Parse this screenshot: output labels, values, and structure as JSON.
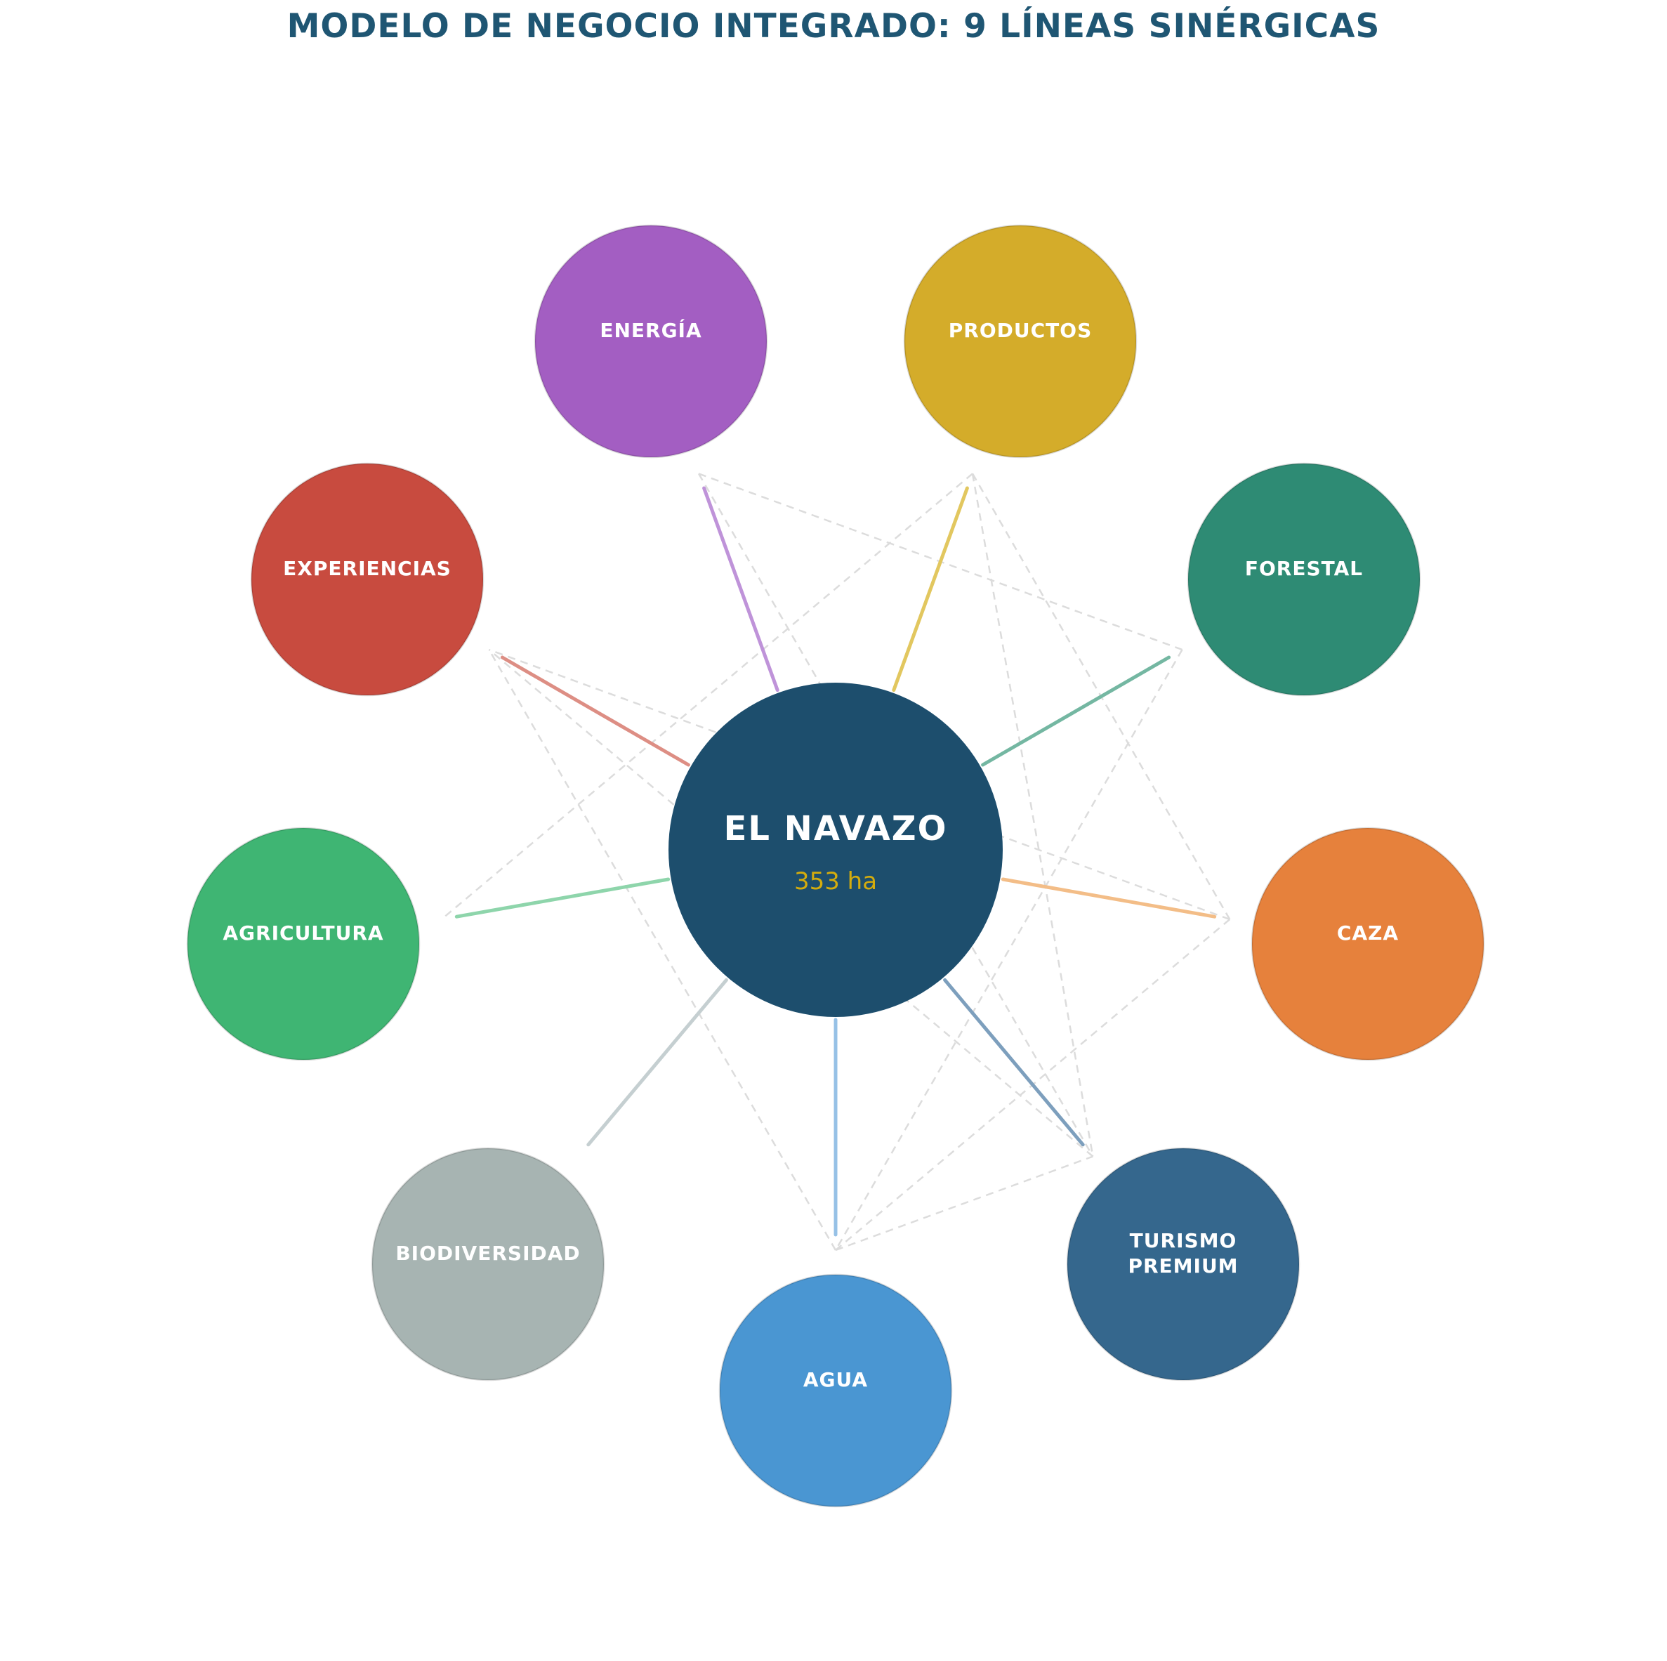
{
  "title": "MODELO DE NEGOCIO INTEGRADO: 9 LÍNEAS SINÉRGICAS",
  "center": {
    "label": "EL NAVAZO",
    "area": "353 ha",
    "color": "#1d4e6d",
    "area_color": "#d4ac0d"
  },
  "nodes": [
    {
      "id": "energia",
      "label": "ENERGÍA",
      "color": "#a35ec2",
      "line_color": "#bf93d9"
    },
    {
      "id": "productos",
      "label": "PRODUCTOS",
      "color": "#d4ac2a",
      "line_color": "#e2c75f"
    },
    {
      "id": "forestal",
      "label": "FORESTAL",
      "color": "#2e8b74",
      "line_color": "#74b7a2"
    },
    {
      "id": "caza",
      "label": "CAZA",
      "color": "#e6813c",
      "line_color": "#f3bd87"
    },
    {
      "id": "turismo",
      "label": "TURISMO",
      "label2": "PREMIUM",
      "color": "#35678d",
      "line_color": "#7d9fbd"
    },
    {
      "id": "agua",
      "label": "AGUA",
      "color": "#4a96d2",
      "line_color": "#96c1e6"
    },
    {
      "id": "biodiversidad",
      "label": "BIODIVERSIDAD",
      "color": "#a7b4b2",
      "line_color": "#c5cfd1"
    },
    {
      "id": "agricultura",
      "label": "AGRICULTURA",
      "color": "#3fb573",
      "line_color": "#8ed5ab"
    },
    {
      "id": "experiencias",
      "label": "EXPERIENCIAS",
      "color": "#c84b3f",
      "line_color": "#dd8e84"
    }
  ],
  "synergies": [
    [
      "energia",
      "forestal"
    ],
    [
      "energia",
      "turismo"
    ],
    [
      "productos",
      "agricultura"
    ],
    [
      "productos",
      "turismo"
    ],
    [
      "productos",
      "caza"
    ],
    [
      "forestal",
      "agua"
    ],
    [
      "caza",
      "experiencias"
    ],
    [
      "caza",
      "agua"
    ],
    [
      "turismo",
      "experiencias"
    ],
    [
      "agua",
      "experiencias"
    ],
    [
      "agua",
      "turismo"
    ]
  ],
  "style": {
    "synergy_color": "#dcdcdc"
  }
}
